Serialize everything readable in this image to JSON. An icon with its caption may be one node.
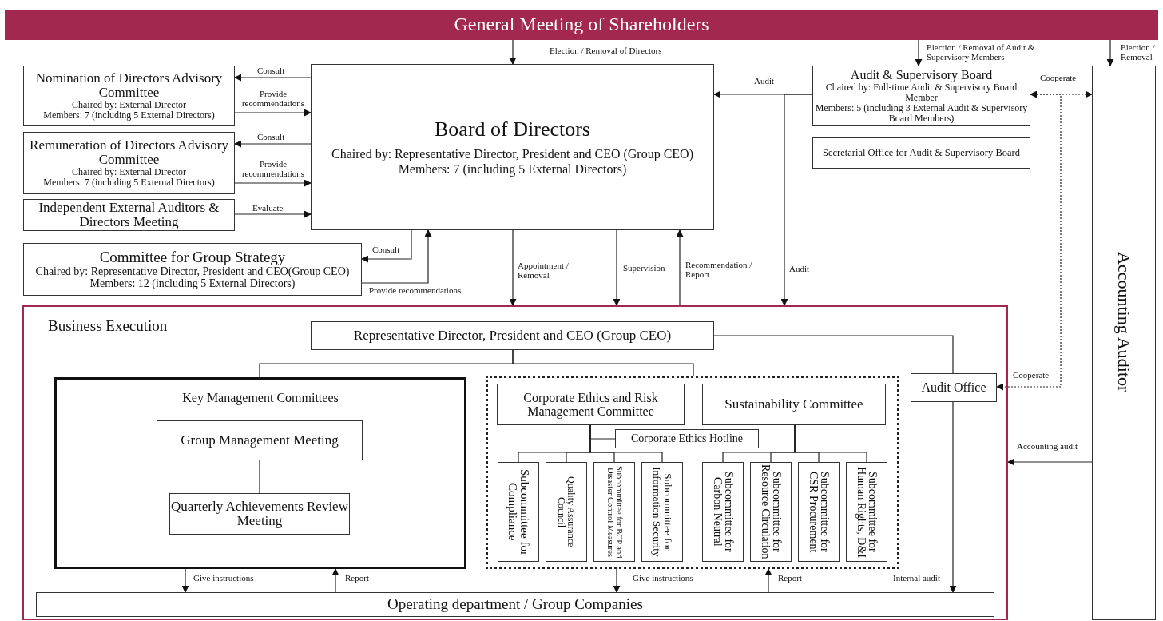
{
  "diagram": {
    "nodes": [
      {
        "text": [
          "General Meeting of Shareholders"
        ]
      },
      {
        "text": [
          "Nomination of Directors Advisory Committee",
          "Chaired by: External Director",
          "Members: 7 (including 5 External Directors)"
        ]
      },
      {
        "text": [
          "Remuneration of Directors Advisory Committee",
          "Chaired by: External Director",
          "Members: 7 (including 5 External Directors)"
        ]
      },
      {
        "text": [
          "Independent External Auditors & Directors Meeting"
        ]
      },
      {
        "text": [
          "Board of Directors",
          "Chaired by: Representative Director, President and CEO (Group CEO)",
          "Members: 7 (including 5 External Directors)"
        ]
      },
      {
        "text": [
          "Committee for Group Strategy",
          "Chaired by: Representative Director, President and CEO(Group CEO)",
          "Members: 12 (including 5 External Directors)"
        ]
      },
      {
        "text": [
          "Audit & Supervisory Board",
          "Chaired by: Full-time Audit & Supervisory Board Member",
          "Members: 5 (including 3 External Audit & Supervisory Board Members)"
        ]
      },
      {
        "text": [
          "Secretarial Office for Audit & Supervisory Board"
        ]
      },
      {
        "text": [
          "Accounting Auditor"
        ]
      },
      {
        "text": [
          "Business Execution"
        ]
      },
      {
        "text": [
          "Representative Director, President and CEO (Group CEO)"
        ],
        "in": 9
      },
      {
        "text": [
          "Key Management Committees"
        ],
        "in": 9
      },
      {
        "text": [
          "Group Management Meeting"
        ],
        "in": 11
      },
      {
        "text": [
          "Quarterly Achievements Review Meeting"
        ],
        "in": 11
      },
      {
        "text": [],
        "shape": "box",
        "in": 9
      },
      {
        "text": [
          "Corporate Ethics and Risk Management Committee"
        ],
        "in": 14
      },
      {
        "text": [
          "Sustainability Committee"
        ],
        "in": 14
      },
      {
        "text": [
          "Corporate Ethics Hotline"
        ],
        "in": 14
      },
      {
        "text": [
          "Subcommittee for Compliance"
        ],
        "in": 14
      },
      {
        "text": [
          "Quality Assurance Council"
        ],
        "in": 14
      },
      {
        "text": [
          "Subcommittee for BCP and Disaster Control Measures"
        ],
        "in": 14
      },
      {
        "text": [
          "Subcommittee for Information Security"
        ],
        "in": 14
      },
      {
        "text": [
          "Subcommittee for Carbon Neutral"
        ],
        "in": 14
      },
      {
        "text": [
          "Subcommittee for Resource Circulation"
        ],
        "in": 14
      },
      {
        "text": [
          "Subcommittee for CSR Procurement"
        ],
        "in": 14
      },
      {
        "text": [
          "Subcommittee for Human Rights, D&I"
        ],
        "in": 14
      },
      {
        "text": [
          "Audit Office"
        ],
        "in": 9
      },
      {
        "text": [
          "Operating department / Group Companies"
        ],
        "in": 9
      }
    ],
    "edges": [
      {
        "from": 0,
        "to": 4,
        "arrow": "to",
        "label": "Election / Removal of Directors"
      },
      {
        "from": 0,
        "to": 6,
        "arrow": "to",
        "label": "Election / Removal of Audit & Supervisory Members"
      },
      {
        "from": 0,
        "to": 8,
        "arrow": "to",
        "label": "Election / Removal"
      },
      {
        "from": 4,
        "to": 1,
        "arrow": "to",
        "label": "Consult"
      },
      {
        "from": 1,
        "to": 4,
        "arrow": "to",
        "label": "Provide recommendations"
      },
      {
        "from": 4,
        "to": 2,
        "arrow": "to",
        "label": "Consult"
      },
      {
        "from": 2,
        "to": 4,
        "arrow": "to",
        "label": "Provide recommendations"
      },
      {
        "from": 3,
        "to": 4,
        "arrow": "to",
        "label": "Evaluate"
      },
      {
        "from": 4,
        "to": 5,
        "arrow": "to",
        "label": "Consult"
      },
      {
        "from": 5,
        "to": 4,
        "arrow": "to",
        "label": "Provide recommendations"
      },
      {
        "from": 6,
        "to": 4,
        "arrow": "to",
        "label": "Audit"
      },
      {
        "from": 6,
        "to": 9,
        "arrow": "to",
        "label": "Audit"
      },
      {
        "from": 6,
        "to": 8,
        "arrow": "both",
        "label": "Cooperate",
        "style": "dashed"
      },
      {
        "from": 6,
        "to": 26,
        "arrow": "to",
        "label": "Cooperate",
        "style": "dashed"
      },
      {
        "from": 4,
        "to": 9,
        "arrow": "to",
        "label": "Appointment / Removal"
      },
      {
        "from": 4,
        "to": 9,
        "arrow": "to",
        "label": "Supervision"
      },
      {
        "from": 9,
        "to": 4,
        "arrow": "to",
        "label": "Recommendation / Report"
      },
      {
        "from": 8,
        "to": 9,
        "arrow": "to",
        "label": "Accounting audit"
      },
      {
        "from": 10,
        "to": 11,
        "arrow": "none"
      },
      {
        "from": 10,
        "to": 14,
        "arrow": "none"
      },
      {
        "from": 10,
        "to": 26,
        "arrow": "none"
      },
      {
        "from": 12,
        "to": 13,
        "arrow": "none"
      },
      {
        "from": 15,
        "to": 17,
        "arrow": "none"
      },
      {
        "from": 15,
        "to": 18,
        "arrow": "none"
      },
      {
        "from": 15,
        "to": 19,
        "arrow": "none"
      },
      {
        "from": 15,
        "to": 20,
        "arrow": "none"
      },
      {
        "from": 15,
        "to": 21,
        "arrow": "none"
      },
      {
        "from": 16,
        "to": 22,
        "arrow": "none"
      },
      {
        "from": 16,
        "to": 23,
        "arrow": "none"
      },
      {
        "from": 16,
        "to": 24,
        "arrow": "none"
      },
      {
        "from": 16,
        "to": 25,
        "arrow": "none"
      },
      {
        "from": 11,
        "to": 27,
        "arrow": "to",
        "label": "Give instructions"
      },
      {
        "from": 27,
        "to": 11,
        "arrow": "to",
        "label": "Report"
      },
      {
        "from": 14,
        "to": 27,
        "arrow": "to",
        "label": "Give instructions"
      },
      {
        "from": 27,
        "to": 14,
        "arrow": "to",
        "label": "Report"
      },
      {
        "from": 26,
        "to": 27,
        "arrow": "to",
        "label": "Internal audit"
      }
    ]
  }
}
